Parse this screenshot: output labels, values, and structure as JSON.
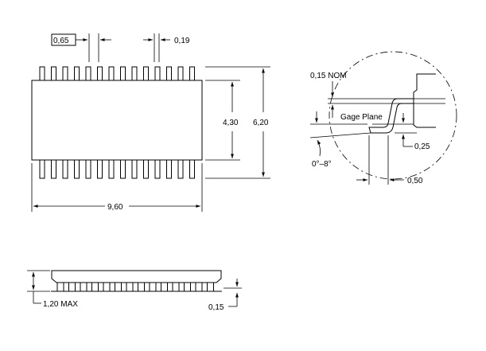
{
  "dimensions": {
    "pitch": "0,65",
    "lead_width": "0,19",
    "body_width": "4,30",
    "overall_width": "6,20",
    "body_length": "9,60",
    "lead_thickness_nom": "0,15 NOM",
    "gage_plane": "Gage Plane",
    "gage_height": "0,25",
    "lead_angle": "0°–8°",
    "foot_length": "0,50",
    "max_height": "1,20 MAX",
    "standoff": "0,15"
  },
  "pins_per_side": 14
}
